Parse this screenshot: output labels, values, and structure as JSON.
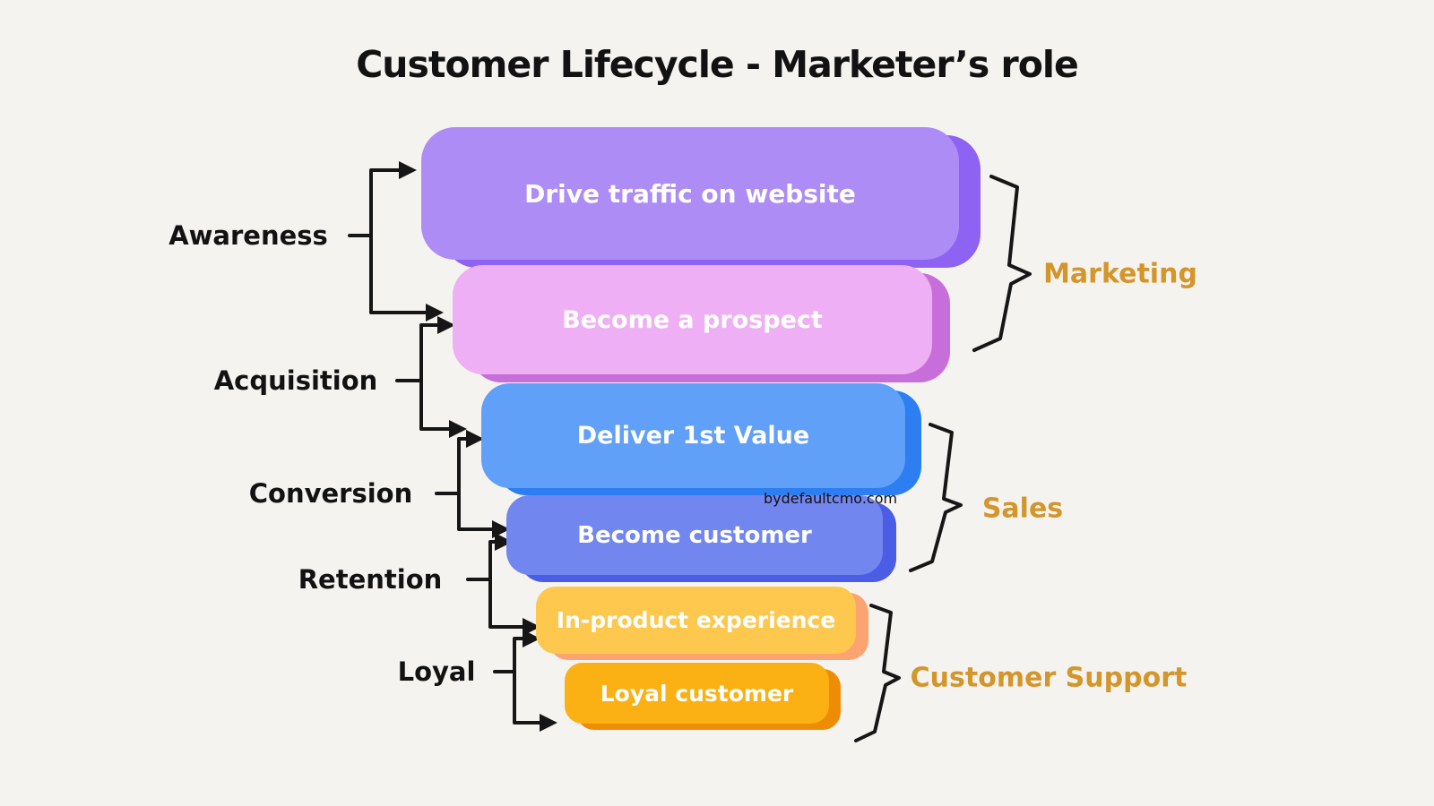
{
  "title": "Customer Lifecycle - Marketer’s role",
  "watermark": "bydefaultcmo.com",
  "colors": {
    "background": "#f5f3f0",
    "line": "#161616",
    "role_accent": "#d4952a",
    "box_text": "#ffffff"
  },
  "funnel": {
    "stages": [
      {
        "label": "Drive traffic on website",
        "fill": "#ad8cf5",
        "shadow": "#8e62f3"
      },
      {
        "label": "Become a prospect",
        "fill": "#eeaff4",
        "shadow": "#c76edb"
      },
      {
        "label": "Deliver 1st Value",
        "fill": "#60a0f8",
        "shadow": "#2c7ef1"
      },
      {
        "label": "Become customer",
        "fill": "#7286ef",
        "shadow": "#4b5ce5"
      },
      {
        "label": "In-product experience",
        "fill": "#fec74e",
        "shadow": "#fba472"
      },
      {
        "label": "Loyal customer",
        "fill": "#fbb013",
        "shadow": "#ee8d05"
      }
    ]
  },
  "lifecycle_stages": [
    {
      "label": "Awareness"
    },
    {
      "label": "Acquisition"
    },
    {
      "label": "Conversion"
    },
    {
      "label": "Retention"
    },
    {
      "label": "Loyal"
    }
  ],
  "roles": [
    {
      "label": "Marketing"
    },
    {
      "label": "Sales"
    },
    {
      "label": "Customer Support"
    }
  ]
}
